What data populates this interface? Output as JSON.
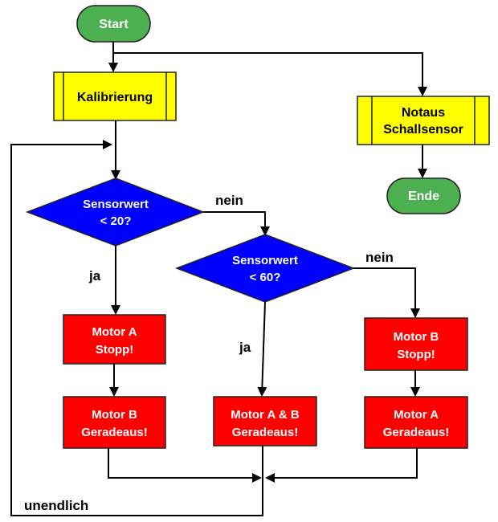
{
  "nodes": {
    "start": {
      "label": "Start",
      "color": "#4caf50"
    },
    "kalibrierung": {
      "label": "Kalibrierung",
      "color": "#ffff00"
    },
    "notaus": {
      "line1": "Notaus",
      "line2": "Schallsensor",
      "color": "#ffff00"
    },
    "ende": {
      "label": "Ende",
      "color": "#4caf50"
    },
    "decision1": {
      "line1": "Sensorwert",
      "line2": "< 20?",
      "color": "#0000ff"
    },
    "decision2": {
      "line1": "Sensorwert",
      "line2": "< 60?",
      "color": "#0000ff"
    },
    "motor_a_stopp": {
      "line1": "Motor A",
      "line2": "Stopp!",
      "color": "#ff0000"
    },
    "motor_b_geradeaus": {
      "line1": "Motor B",
      "line2": "Geradeaus!",
      "color": "#ff0000"
    },
    "motor_ab_geradeaus": {
      "line1": "Motor A & B",
      "line2": "Geradeaus!",
      "color": "#ff0000"
    },
    "motor_b_stopp": {
      "line1": "Motor B",
      "line2": "Stopp!",
      "color": "#ff0000"
    },
    "motor_a_geradeaus": {
      "line1": "Motor A",
      "line2": "Geradeaus!",
      "color": "#ff0000"
    }
  },
  "edge_labels": {
    "d1_no": "nein",
    "d1_yes": "ja",
    "d2_no": "nein",
    "d2_yes": "ja",
    "loop": "unendlich"
  }
}
